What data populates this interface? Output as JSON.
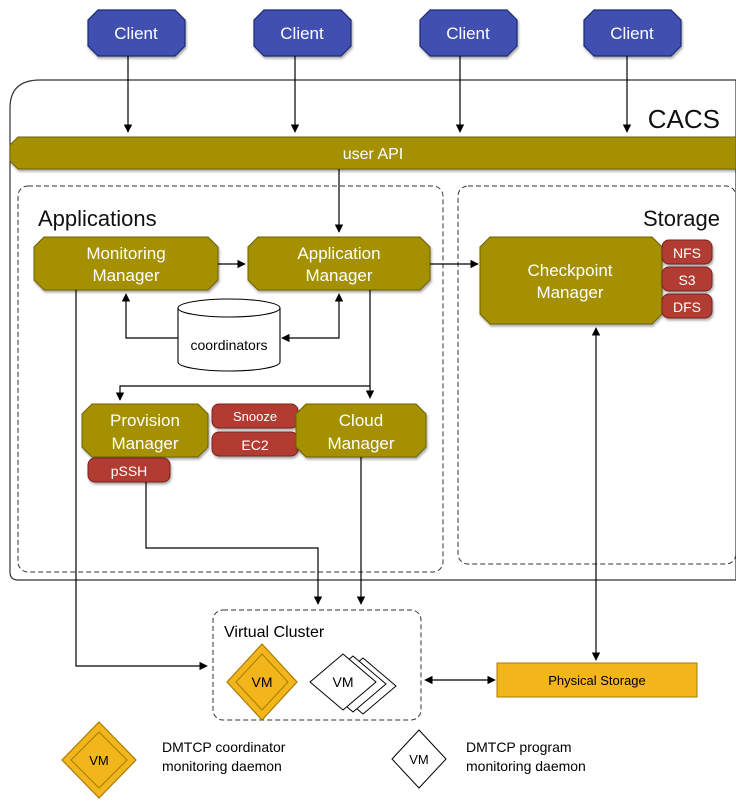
{
  "clients": [
    "Client",
    "Client",
    "Client",
    "Client"
  ],
  "cacs_label": "CACS",
  "user_api": "user API",
  "applications": {
    "title": "Applications",
    "monitoring_manager": [
      "Monitoring",
      "Manager"
    ],
    "application_manager": [
      "Application",
      "Manager"
    ],
    "coordinators": "coordinators",
    "provision_manager": [
      "Provision",
      "Manager"
    ],
    "cloud_manager": [
      "Cloud",
      "Manager"
    ],
    "pssh": "pSSH",
    "snooze": "Snooze",
    "ec2": "EC2"
  },
  "storage": {
    "title": "Storage",
    "checkpoint_manager": [
      "Checkpoint",
      "Manager"
    ],
    "nfs": "NFS",
    "s3": "S3",
    "dfs": "DFS"
  },
  "virtual_cluster": {
    "title": "Virtual Cluster",
    "vm": "VM"
  },
  "physical_storage": "Physical Storage",
  "legend": {
    "vm": "VM",
    "coordinator": [
      "DMTCP coordinator",
      "monitoring daemon"
    ],
    "program": [
      "DMTCP program",
      "monitoring daemon"
    ]
  },
  "colors": {
    "client_fill": "#3f4fb0",
    "component_fill": "#a49000",
    "tag_fill": "#b23a33",
    "vm_fill": "#f2b51c",
    "physical_fill": "#f2b51c"
  }
}
